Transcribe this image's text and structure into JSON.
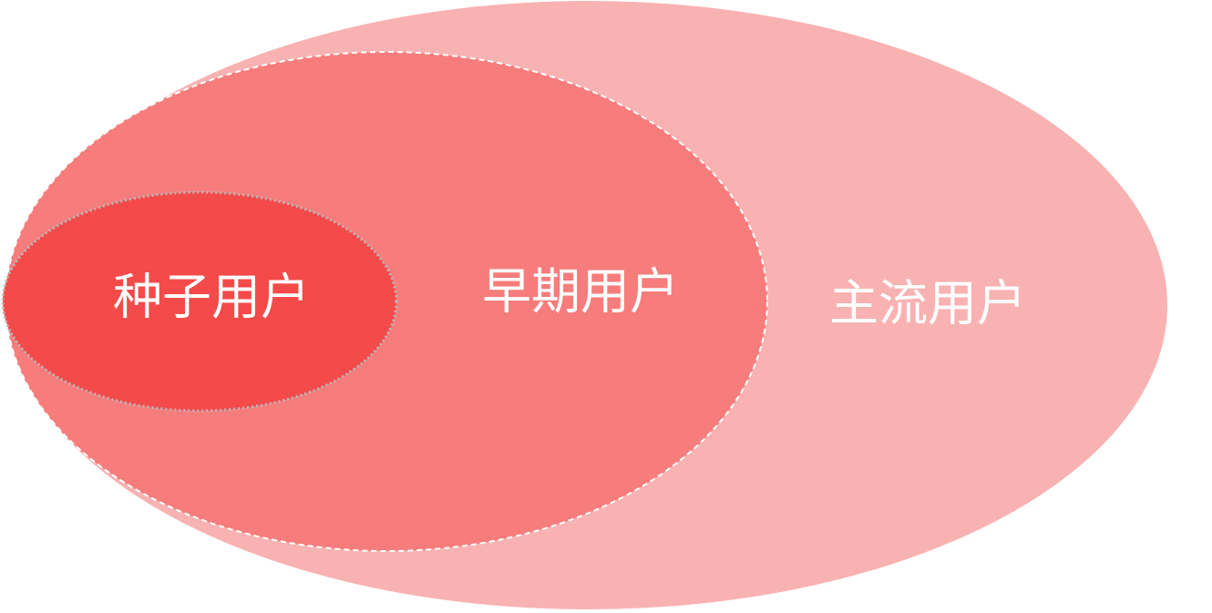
{
  "diagram": {
    "outer": {
      "label": "主流用户",
      "fill": "#f9b2b2"
    },
    "middle": {
      "label": "早期用户",
      "fill": "#f77c7c",
      "border": "#ffffff"
    },
    "inner": {
      "label": "种子用户",
      "fill": "#f44a4a",
      "border": "#b8b8b8"
    }
  }
}
